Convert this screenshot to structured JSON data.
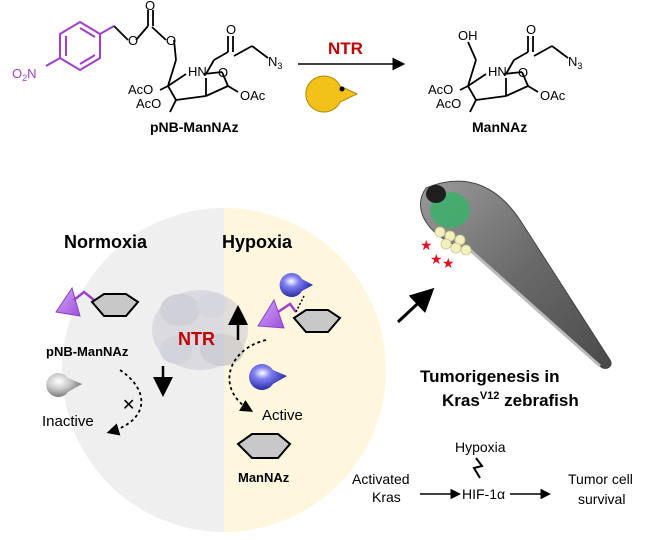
{
  "reaction": {
    "reactant_label": "pNB-ManNAz",
    "product_label": "ManNAz",
    "enzyme": "NTR",
    "o2n": "O",
    "o2n_sub": "2",
    "o2n_n": "N",
    "atoms": {
      "O": "O",
      "HN": "HN",
      "N3": "N",
      "N3_sub": "3",
      "OH": "OH",
      "AcO1": "AcO",
      "AcO2": "AcO",
      "OAc": "OAc"
    }
  },
  "panels": {
    "normoxia": {
      "title": "Normoxia",
      "substrate_label": "pNB-ManNAz",
      "state_label": "Inactive"
    },
    "hypoxia": {
      "title": "Hypoxia",
      "state_label": "Active",
      "product_label": "ManNAz"
    },
    "enzyme_label": "NTR"
  },
  "zebrafish": {
    "caption_line1": "Tumorigenesis in",
    "caption_line2": "Kras",
    "caption_sup": "V12",
    "caption_line2_end": " zebrafish"
  },
  "pathway": {
    "hypoxia": "Hypoxia",
    "activated_line1": "Activated",
    "activated_line2": "Kras",
    "hif": "HIF-1α",
    "outcome_line1": "Tumor cell",
    "outcome_line2": "survival"
  },
  "colors": {
    "purple": "#a040c8",
    "triangle": "#b070e0",
    "ntr_red": "#c00000",
    "pacman": "#f2c21a",
    "blue_sphere": "#4a4ad0",
    "left_bg": "#efefef",
    "right_bg": "#fff6de",
    "fish_green": "#3bb06a",
    "star_red": "#e01020"
  }
}
